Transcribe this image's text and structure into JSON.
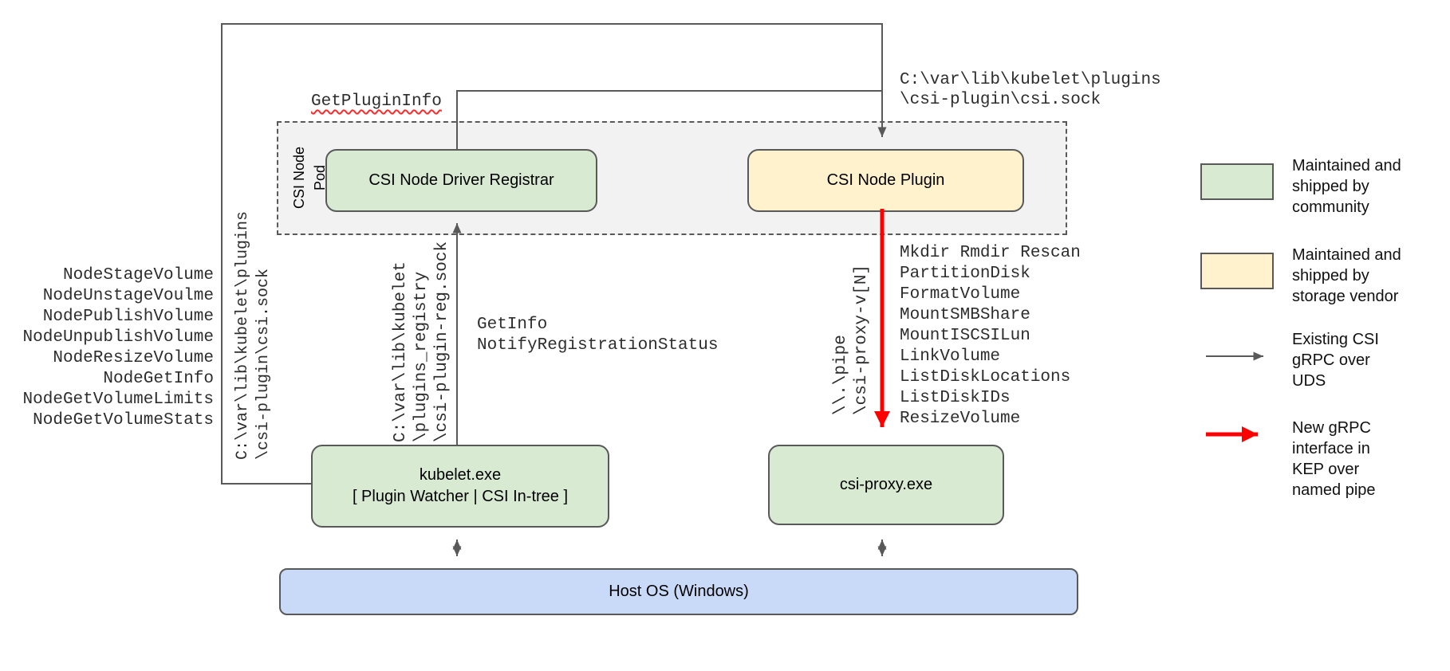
{
  "diagram": {
    "pod": {
      "label": "CSI Node Pod"
    },
    "boxes": {
      "registrar": "CSI Node Driver Registrar",
      "plugin": "CSI Node Plugin",
      "kubelet": "kubelet.exe\n[ Plugin Watcher | CSI In-tree ]",
      "proxy": "csi-proxy.exe",
      "host": "Host OS (Windows)"
    },
    "annotations": {
      "get_plugin_info": "GetPluginInfo",
      "csi_sock_top": "C:\\var\\lib\\kubelet\\plugins\n\\csi-plugin\\csi.sock",
      "csi_sock_side": "C:\\var\\lib\\kubelet\\plugins\n\\csi-plugin\\csi.sock",
      "registry_sock": "C:\\var\\lib\\kubelet\n\\plugins_registry\n\\csi-plugin-reg.sock",
      "named_pipe": "\\\\.\\pipe\n\\csi-proxy-v[N]",
      "registration_calls": "GetInfo\nNotifyRegistrationStatus"
    },
    "node_calls": [
      "NodeStageVolume",
      "NodeUnstageVoulme",
      "NodePublishVolume",
      "NodeUnpublishVolume",
      "NodeResizeVolume",
      "NodeGetInfo",
      "NodeGetVolumeLimits",
      "NodeGetVolumeStats"
    ],
    "proxy_calls": [
      "Mkdir Rmdir Rescan",
      "PartitionDisk",
      "FormatVolume",
      "MountSMBShare",
      "MountISCSILun",
      "LinkVolume",
      "ListDiskLocations",
      "ListDiskIDs",
      "ResizeVolume"
    ]
  },
  "legend": {
    "community": "Maintained and\nshipped by\ncommunity",
    "vendor": "Maintained and\nshipped by\nstorage vendor",
    "uds": "Existing CSI\ngRPC over\nUDS",
    "pipe": "New gRPC\ninterface in\nKEP over\nnamed pipe"
  },
  "colors": {
    "community_fill": "#d9ead3",
    "vendor_fill": "#fff2cc",
    "host_fill": "#c9daf8",
    "pod_fill": "#f2f2f2",
    "stroke": "#595959",
    "existing_rpc_arrow": "#595959",
    "new_rpc_arrow": "#ff0000",
    "squiggle": "#ff2a2a"
  }
}
